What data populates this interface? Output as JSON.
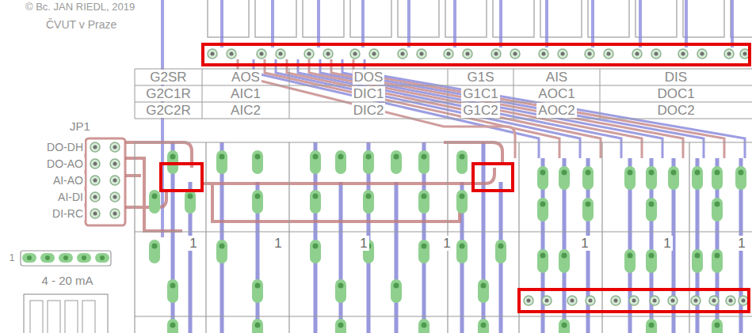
{
  "diagram": {
    "labels": [
      "© Bc. JAN RIEDL, 2019",
      "ČVUT v Praze",
      "G2SR",
      "AOS",
      "DOS",
      "G1S",
      "AIS",
      "DIS",
      "G2C1R",
      "AIC1",
      "DIC1",
      "G1C1",
      "AOC1",
      "DOC1",
      "G2C2R",
      "AIC2",
      "DIC2",
      "G1C2",
      "AOC2",
      "DOC2",
      "JP1",
      "DO-DH",
      "DO-AO",
      "AI-AO",
      "AI-DI",
      "DI-RC",
      "1",
      "4 - 20 mA",
      "1",
      "1",
      "1",
      "1",
      "1",
      "1",
      "1"
    ]
  }
}
